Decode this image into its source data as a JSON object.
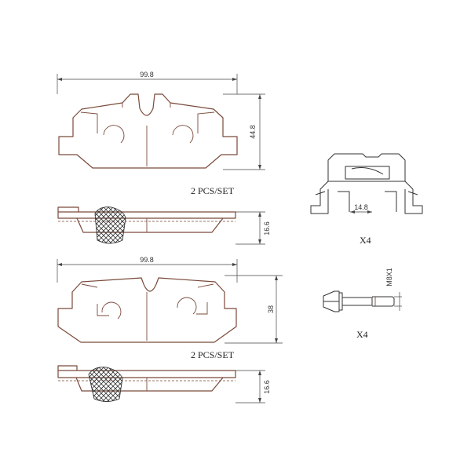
{
  "drawings": {
    "front_pad": {
      "width_label": "99.8",
      "height_label": "44.8",
      "set_label": "2 PCS/SET",
      "thickness_label": "16.6"
    },
    "rear_pad": {
      "width_label": "99.8",
      "height_label": "38",
      "set_label": "2 PCS/SET",
      "thickness_label": "16.6"
    },
    "clip": {
      "dim_label": "14.8",
      "qty_label": "X4"
    },
    "bolt": {
      "thread_label": "M8X1",
      "qty_label": "X4"
    }
  }
}
